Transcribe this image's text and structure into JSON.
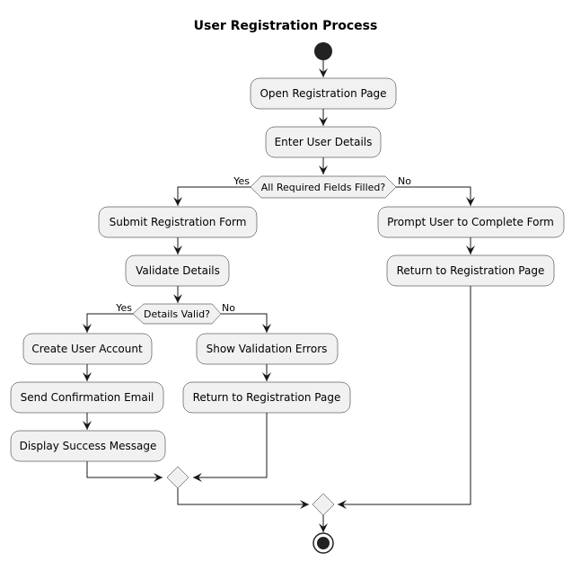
{
  "title": "User Registration Process",
  "nodes": {
    "open_page": "Open Registration Page",
    "enter_details": "Enter User Details",
    "fields_decision": "All Required Fields Filled?",
    "submit_form": "Submit Registration Form",
    "validate": "Validate Details",
    "valid_decision": "Details Valid?",
    "create_account": "Create User Account",
    "send_email": "Send Confirmation Email",
    "display_success": "Display Success Message",
    "show_errors": "Show Validation Errors",
    "return_page_left": "Return to Registration Page",
    "prompt_complete": "Prompt User to Complete Form",
    "return_page_right": "Return to Registration Page"
  },
  "branches": {
    "fields_yes": "Yes",
    "fields_no": "No",
    "valid_yes": "Yes",
    "valid_no": "No"
  },
  "colors": {
    "node_fill": "#f1f1f1",
    "line": "#181818",
    "terminal": "#222222"
  }
}
